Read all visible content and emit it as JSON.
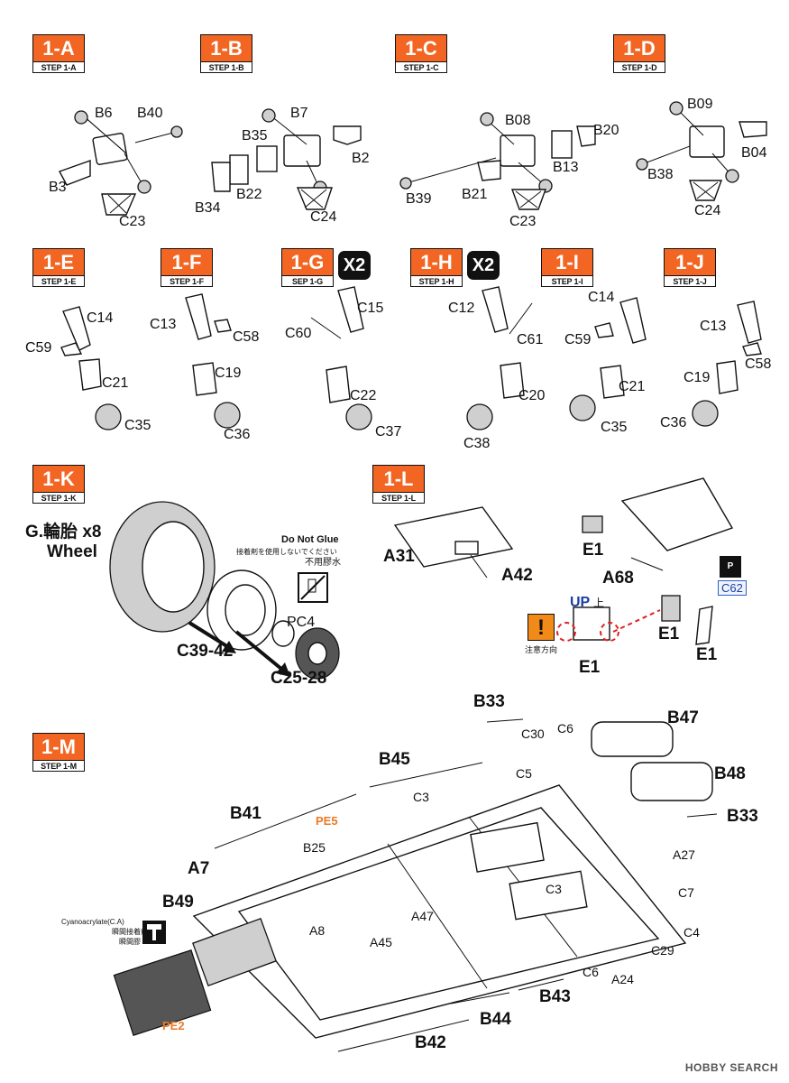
{
  "steps": [
    {
      "key": "1a",
      "num": "1-A",
      "sub": "STEP 1-A"
    },
    {
      "key": "1b",
      "num": "1-B",
      "sub": "STEP 1-B"
    },
    {
      "key": "1c",
      "num": "1-C",
      "sub": "STEP 1-C"
    },
    {
      "key": "1d",
      "num": "1-D",
      "sub": "STEP 1-D"
    },
    {
      "key": "1e",
      "num": "1-E",
      "sub": "STEP 1-E"
    },
    {
      "key": "1f",
      "num": "1-F",
      "sub": "STEP 1-F"
    },
    {
      "key": "1g",
      "num": "1-G",
      "sub": "SEP 1-G"
    },
    {
      "key": "1h",
      "num": "1-H",
      "sub": "STEP 1-H"
    },
    {
      "key": "1i",
      "num": "1-I",
      "sub": "STEP 1-I"
    },
    {
      "key": "1j",
      "num": "1-J",
      "sub": "STEP 1-J"
    },
    {
      "key": "1k",
      "num": "1-K",
      "sub": "STEP 1-K"
    },
    {
      "key": "1l",
      "num": "1-L",
      "sub": "STEP 1-L"
    },
    {
      "key": "1m",
      "num": "1-M",
      "sub": "STEP 1-M"
    }
  ],
  "multipliers": {
    "g": "X2",
    "h": "X2"
  },
  "labels": {
    "a": {
      "b6": "B6",
      "b40": "B40",
      "b3": "B3",
      "c23": "C23"
    },
    "b": {
      "b7": "B7",
      "b35": "B35",
      "b2": "B2",
      "b22": "B22",
      "b34": "B34",
      "c24": "C24"
    },
    "c": {
      "b08": "B08",
      "b20": "B20",
      "b13": "B13",
      "b39": "B39",
      "b21": "B21",
      "c23": "C23"
    },
    "d": {
      "b09": "B09",
      "b04": "B04",
      "b38": "B38",
      "c24": "C24"
    },
    "e": {
      "c14": "C14",
      "c59": "C59",
      "c21": "C21",
      "c35": "C35"
    },
    "f": {
      "c13": "C13",
      "c58": "C58",
      "c19": "C19",
      "c36": "C36"
    },
    "g": {
      "c15": "C15",
      "c60": "C60",
      "c22": "C22",
      "c37": "C37"
    },
    "h": {
      "c12": "C12",
      "c61": "C61",
      "c20": "C20",
      "c38": "C38"
    },
    "i": {
      "c14": "C14",
      "c59": "C59",
      "c21": "C21",
      "c35": "C35"
    },
    "j": {
      "c13": "C13",
      "c58": "C58",
      "c19": "C19",
      "c36": "C36"
    },
    "k": {
      "wheel_cn": "G.輪胎 x8",
      "wheel_en": "Wheel",
      "do_not_glue": "Do Not Glue",
      "jp_note": "接着剤を使用しないでください",
      "cn_note": "不用膠水",
      "pc4": "PC4",
      "c39": "C39-42",
      "c25": "C25-28"
    },
    "l": {
      "a31": "A31",
      "a42": "A42",
      "e1_a": "E1",
      "a68": "A68",
      "c62": "C62",
      "up": "UP",
      "up_cn": "上",
      "e1_b": "E1",
      "e1_c": "E1",
      "e1_d": "E1",
      "caution": "注意方向"
    },
    "m": {
      "b33_top": "B33",
      "c30": "C30",
      "c6_top": "C6",
      "b47": "B47",
      "b45": "B45",
      "c5": "C5",
      "b48": "B48",
      "c3_a": "C3",
      "b41": "B41",
      "pe5": "PE5",
      "b33_r": "B33",
      "b25": "B25",
      "a27": "A27",
      "a7": "A7",
      "c3_b": "C3",
      "c7": "C7",
      "b49": "B49",
      "a47": "A47",
      "ca_en": "Cyanoacrylate(C.A)",
      "ca_jp": "瞬間接着剤",
      "ca_cn": "瞬間膠",
      "a8": "A8",
      "c4": "C4",
      "a45": "A45",
      "c29": "C29",
      "c6_b": "C6",
      "a24": "A24",
      "pe2": "PE2",
      "b43": "B43",
      "b44": "B44",
      "b42": "B42"
    }
  },
  "watermark": "HOBBY SEARCH"
}
